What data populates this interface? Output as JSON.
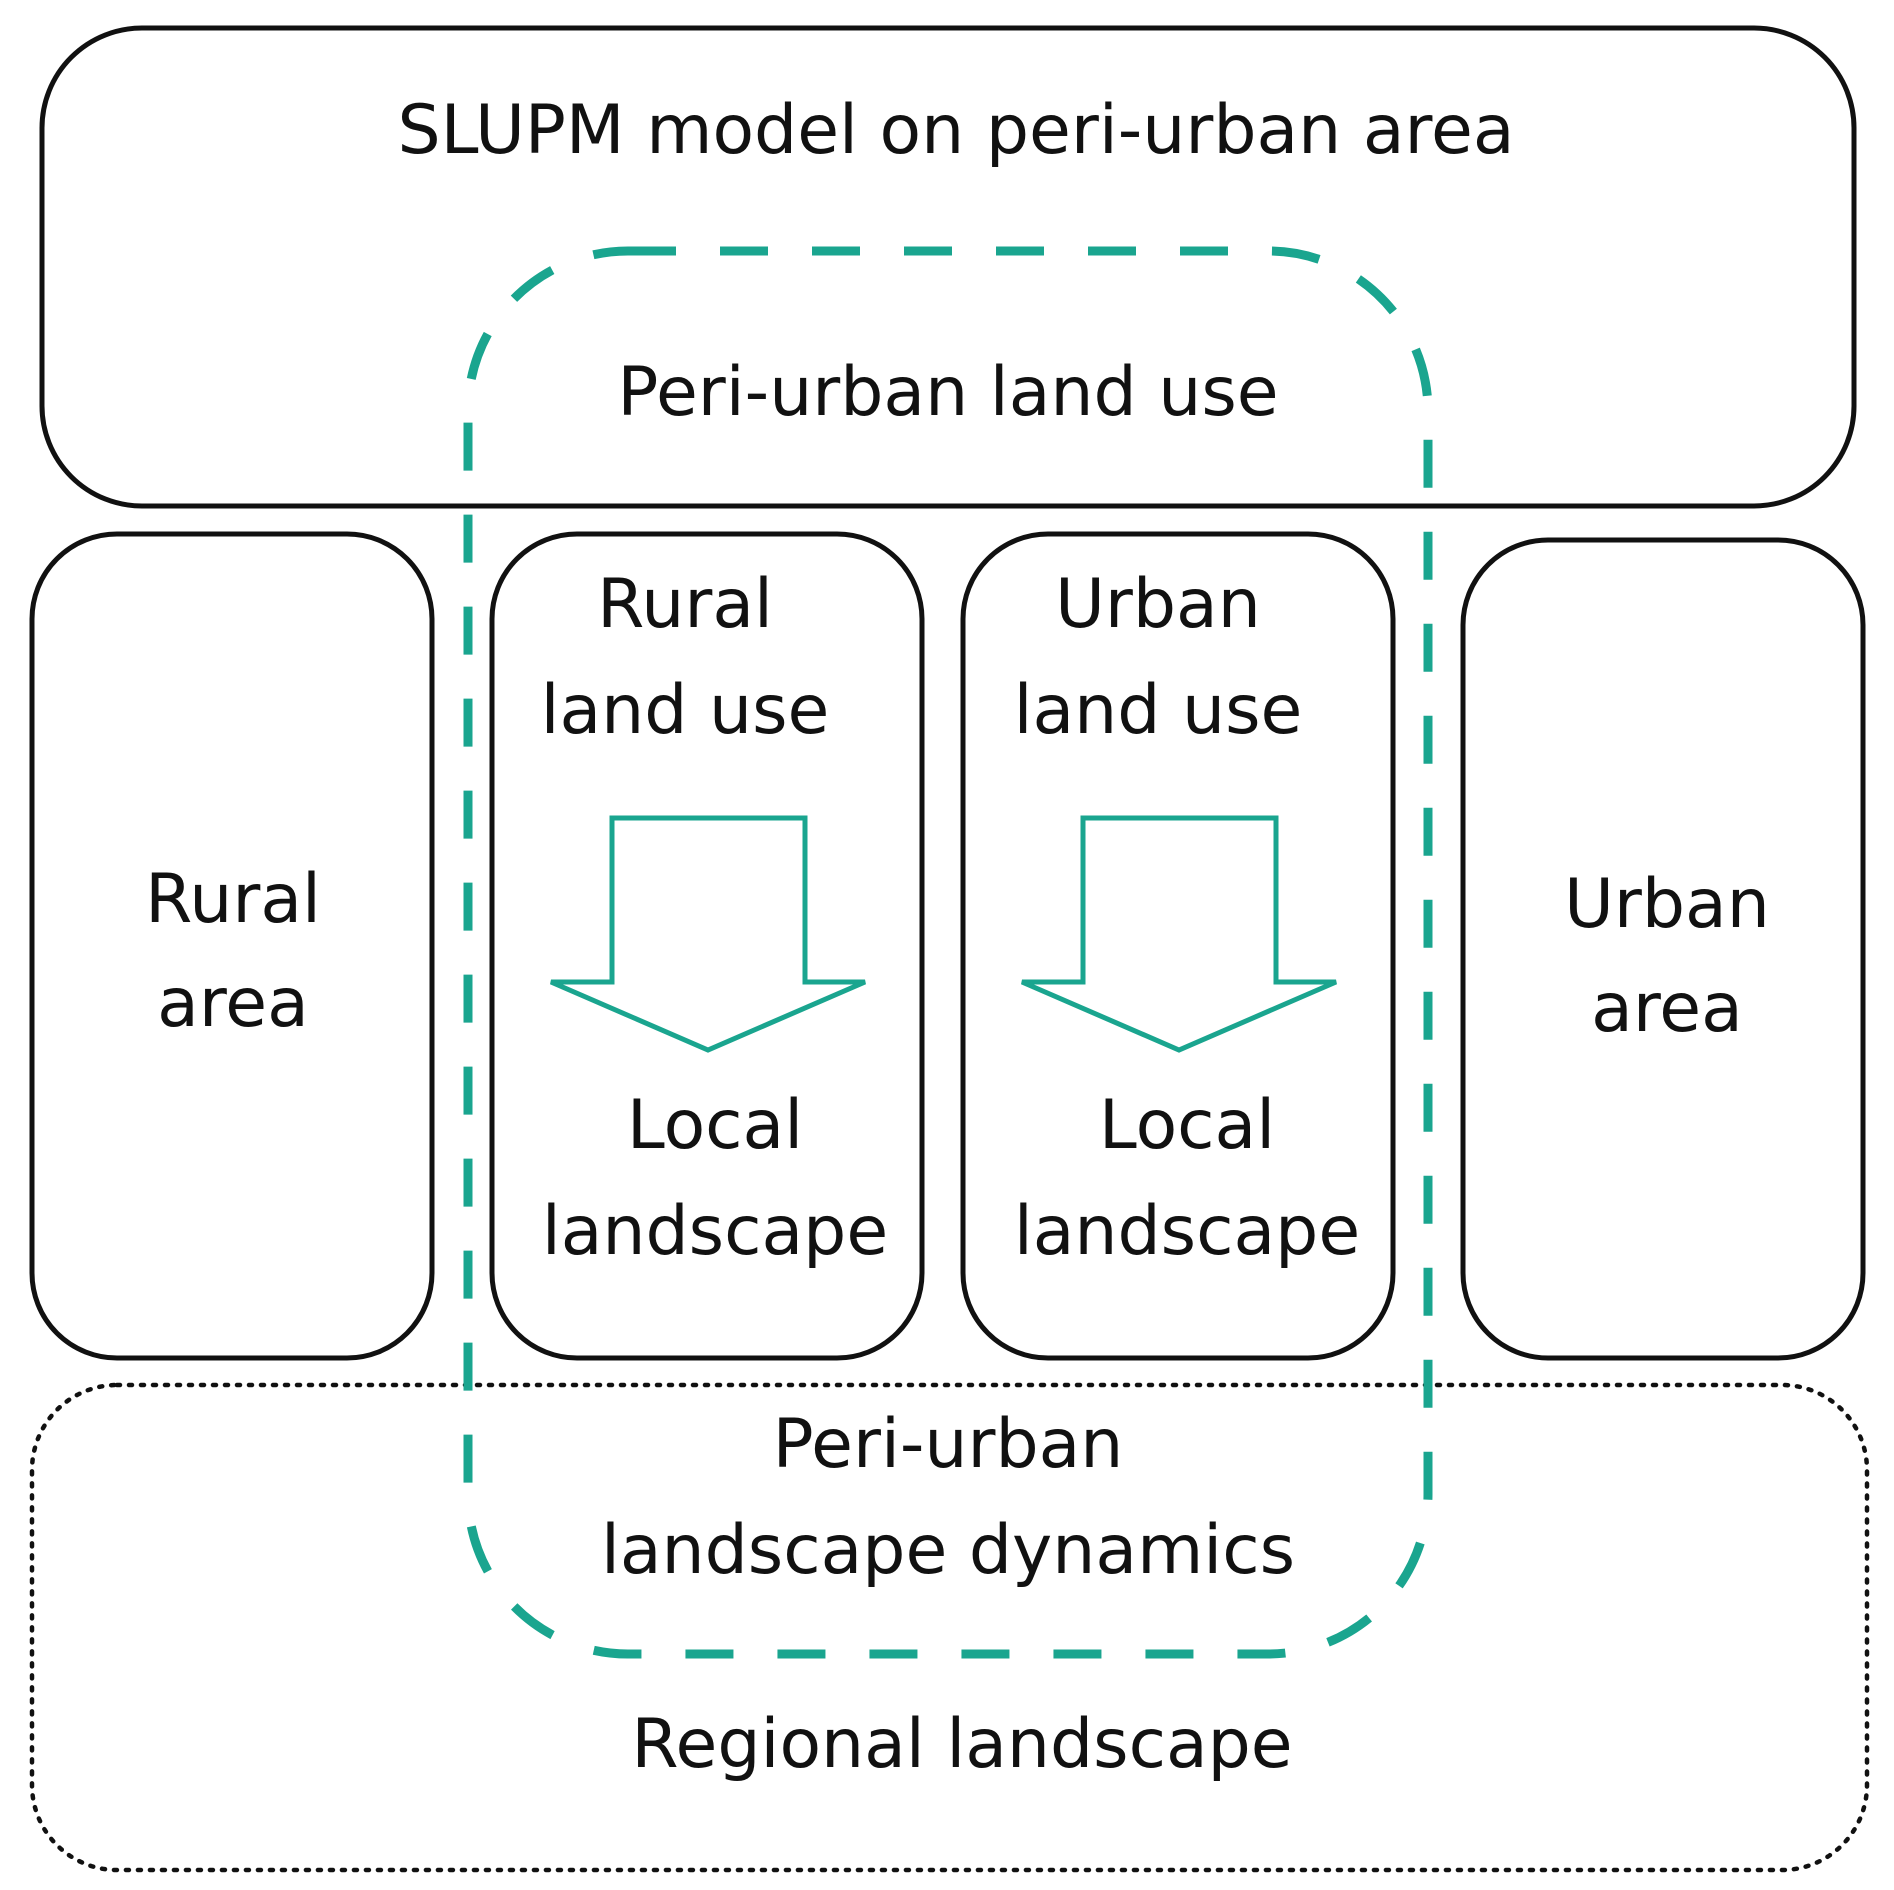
{
  "diagram": {
    "model": {
      "title": "SLUPM model on peri-urban area"
    },
    "peri_urban_land_use": {
      "label": "Peri-urban land use"
    },
    "rural_area": {
      "line1": "Rural",
      "line2": "area"
    },
    "rural_land_use": {
      "line1": "Rural",
      "line2": "land use",
      "result_line1": "Local",
      "result_line2": "landscape"
    },
    "urban_land_use": {
      "line1": "Urban",
      "line2": "land use",
      "result_line1": "Local",
      "result_line2": "landscape"
    },
    "urban_area": {
      "line1": "Urban",
      "line2": "area"
    },
    "dynamics": {
      "line1": "Peri-urban",
      "line2": "landscape dynamics"
    },
    "regional": {
      "label": "Regional landscape"
    }
  },
  "colors": {
    "accent": "#1aa58f",
    "outline": "#111111",
    "background": "#ffffff"
  }
}
